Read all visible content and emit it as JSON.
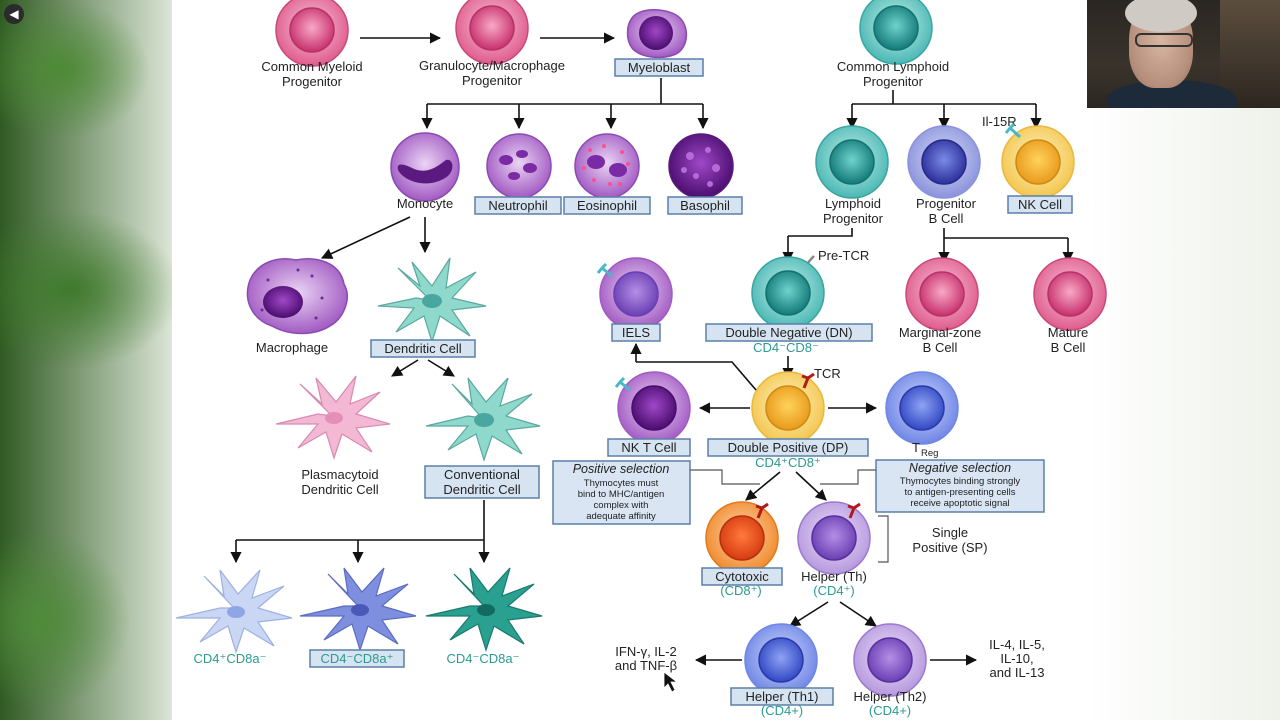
{
  "window": {
    "back_icon": "back-arrow-icon"
  },
  "myeloid": {
    "cmp": [
      "Common Myeloid",
      "Progenitor"
    ],
    "gmp": [
      "Granulocyte/Macrophage",
      "Progenitor"
    ],
    "myeloblast": "Myeloblast",
    "monocyte": "Monocyte",
    "neutrophil": "Neutrophil",
    "eosinophil": "Eosinophil",
    "basophil": "Basophil",
    "macrophage": "Macrophage",
    "dendritic": "Dendritic Cell",
    "plasmacytoid": [
      "Plasmacytoid",
      "Dendritic Cell"
    ],
    "conventional": [
      "Conventional",
      "Dendritic Cell"
    ],
    "dc_sub1": "CD4⁺CD8a⁻",
    "dc_sub2": "CD4⁻CD8a⁺",
    "dc_sub3": "CD4⁻CD8a⁻"
  },
  "lymphoid": {
    "clp": [
      "Common Lymphoid",
      "Progenitor"
    ],
    "lymphoid_prog": [
      "Lymphoid",
      "Progenitor"
    ],
    "prog_b": [
      "Progenitor",
      "B Cell"
    ],
    "il15r": "Il-15R",
    "nk": "NK Cell",
    "pre_tcr": "Pre-TCR",
    "iels": "IELS",
    "dn": "Double Negative (DN)",
    "dn_marker": "CD4⁻CD8⁻",
    "mz_b": [
      "Marginal-zone",
      "B Cell"
    ],
    "mature_b": [
      "Mature",
      "B Cell"
    ],
    "tcr": "TCR",
    "nkt": "NK T Cell",
    "dp": "Double Positive (DP)",
    "dp_marker": "CD4⁺CD8⁺",
    "treg": "T",
    "treg_sub": "Reg",
    "positive_title": "Positive selection",
    "positive_text": [
      "Thymocytes must",
      "bind to MHC/antigen",
      "complex with",
      "adequate affinity"
    ],
    "negative_title": "Negative selection",
    "negative_text": [
      "Thymocytes binding strongly",
      "to antigen-presenting cells",
      "receive apoptotic signal"
    ],
    "cytotoxic": "Cytotoxic",
    "cytotoxic_marker": "(CD8⁺)",
    "helper": "Helper (Th)",
    "helper_marker": "(CD4⁺)",
    "single_positive": [
      "Single",
      "Positive (SP)"
    ],
    "th1": "Helper (Th1)",
    "th1_marker": "(CD4+)",
    "th2": "Helper (Th2)",
    "th2_marker": "(CD4+)",
    "th1_out": [
      "IFN-γ, IL-2",
      "and TNF-β"
    ],
    "th2_out": [
      "IL-4, IL-5,",
      "IL-10,",
      "and IL-13"
    ]
  }
}
